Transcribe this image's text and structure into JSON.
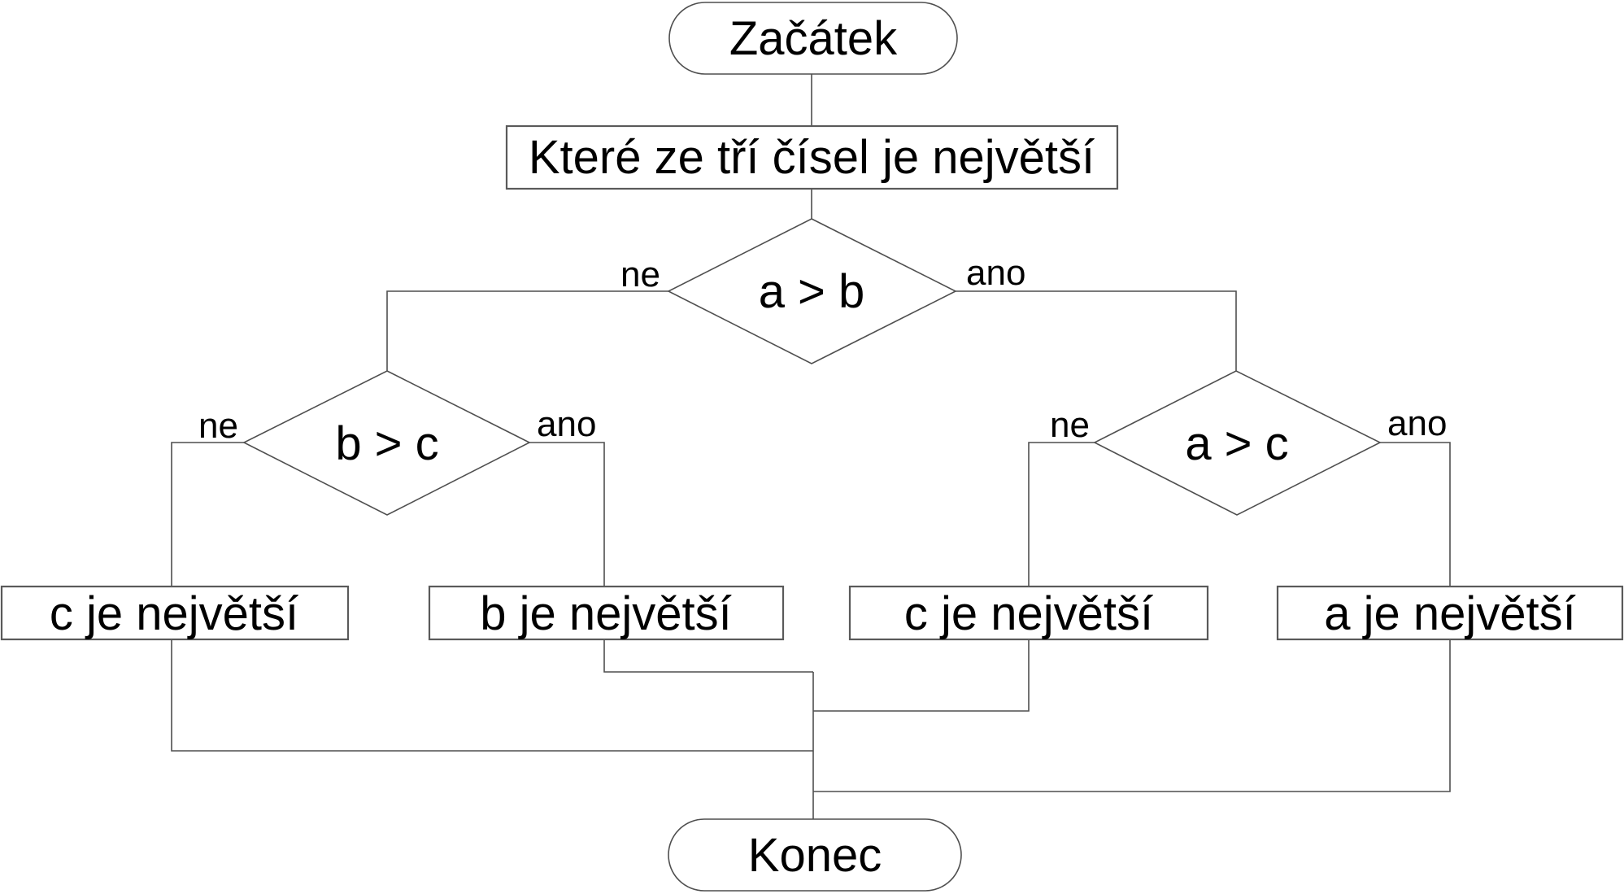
{
  "diagram": {
    "type": "flowchart",
    "nodes": {
      "start": {
        "shape": "stadium",
        "label": "Začátek"
      },
      "question": {
        "shape": "process",
        "label": "Které ze tří čísel je největší"
      },
      "decision_a_gt_b": {
        "shape": "decision",
        "label": "a > b"
      },
      "decision_b_gt_c": {
        "shape": "decision",
        "label": "b > c"
      },
      "decision_a_gt_c": {
        "shape": "decision",
        "label": "a > c"
      },
      "result_c_left": {
        "shape": "process",
        "label": "c je největší"
      },
      "result_b": {
        "shape": "process",
        "label": "b je největší"
      },
      "result_c_right": {
        "shape": "process",
        "label": "c je největší"
      },
      "result_a": {
        "shape": "process",
        "label": "a je největší"
      },
      "end": {
        "shape": "stadium",
        "label": "Konec"
      }
    },
    "branch_labels": {
      "no": "ne",
      "yes": "ano"
    },
    "edges": [
      {
        "from": "start",
        "to": "question",
        "label": ""
      },
      {
        "from": "question",
        "to": "decision_a_gt_b",
        "label": ""
      },
      {
        "from": "decision_a_gt_b",
        "to": "decision_b_gt_c",
        "label": "ne"
      },
      {
        "from": "decision_a_gt_b",
        "to": "decision_a_gt_c",
        "label": "ano"
      },
      {
        "from": "decision_b_gt_c",
        "to": "result_c_left",
        "label": "ne"
      },
      {
        "from": "decision_b_gt_c",
        "to": "result_b",
        "label": "ano"
      },
      {
        "from": "decision_a_gt_c",
        "to": "result_c_right",
        "label": "ne"
      },
      {
        "from": "decision_a_gt_c",
        "to": "result_a",
        "label": "ano"
      },
      {
        "from": "result_c_left",
        "to": "end",
        "label": ""
      },
      {
        "from": "result_b",
        "to": "end",
        "label": ""
      },
      {
        "from": "result_c_right",
        "to": "end",
        "label": ""
      },
      {
        "from": "result_a",
        "to": "end",
        "label": ""
      }
    ],
    "colors": {
      "line": "#4f4f4f",
      "text": "#000000",
      "background": "#ffffff"
    }
  }
}
